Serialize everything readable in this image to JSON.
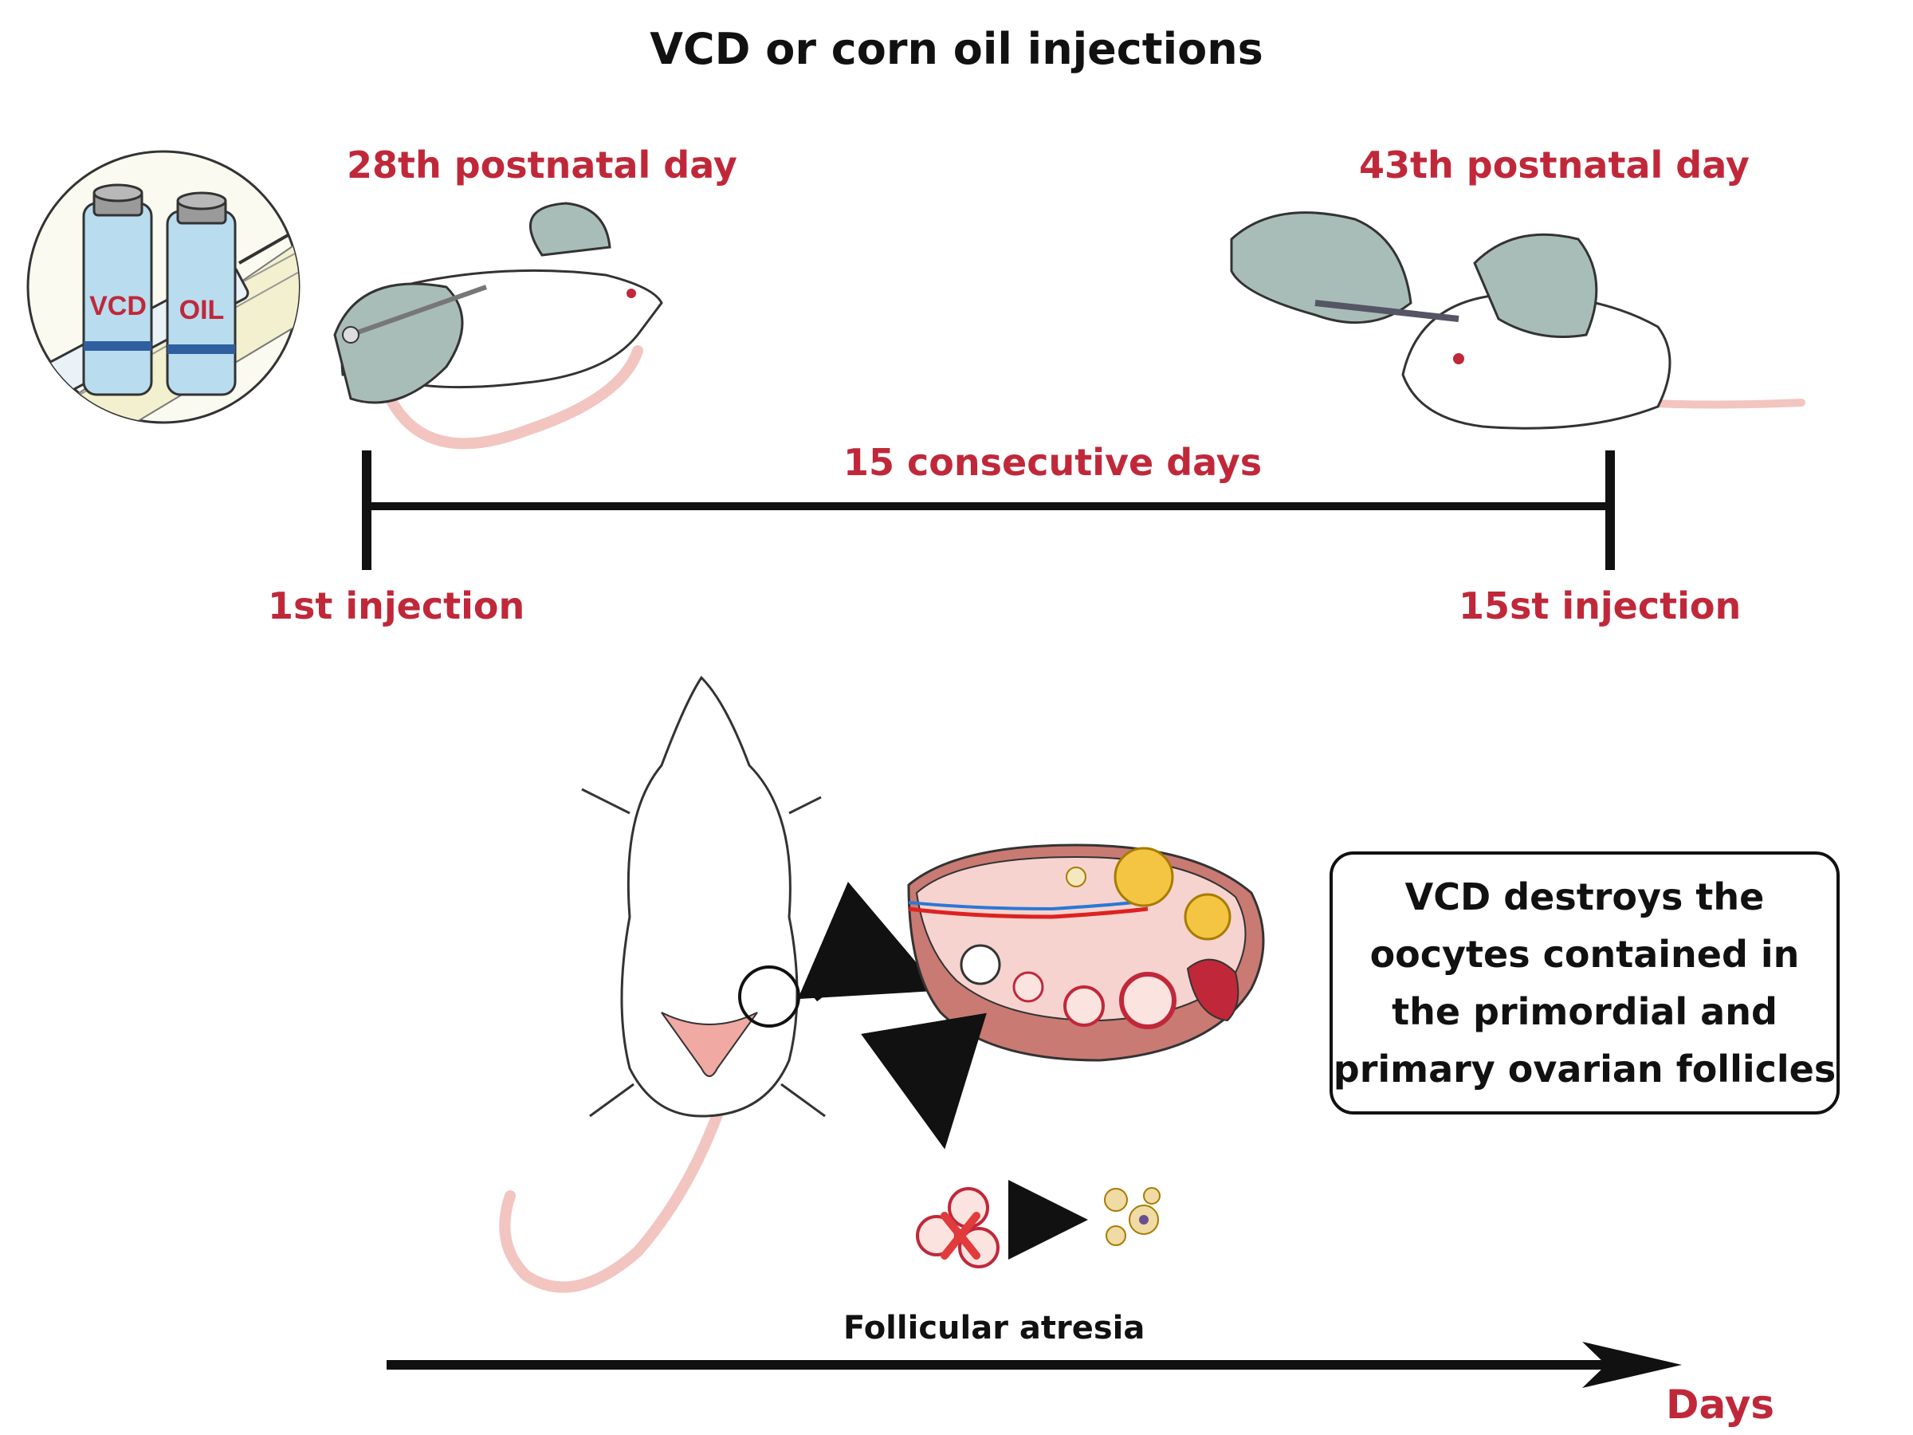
{
  "title": "VCD or corn oil injections",
  "vials": {
    "left_label": "VCD",
    "right_label": "OIL"
  },
  "timeline": {
    "start_day": "28th postnatal day",
    "end_day": "43th postnatal day",
    "span": "15 consecutive days",
    "start_injection": "1st injection",
    "end_injection": "15st injection"
  },
  "info_box": "VCD destroys the oocytes contained in the primordial and primary ovarian follicles",
  "atresia_label": "Follicular atresia",
  "axis_label": "Days",
  "colors": {
    "accent_red": "#c0283a",
    "vial_blue": "#b9dcef",
    "glove": "#a9bdb8",
    "tail_pink": "#f3c5c0"
  }
}
